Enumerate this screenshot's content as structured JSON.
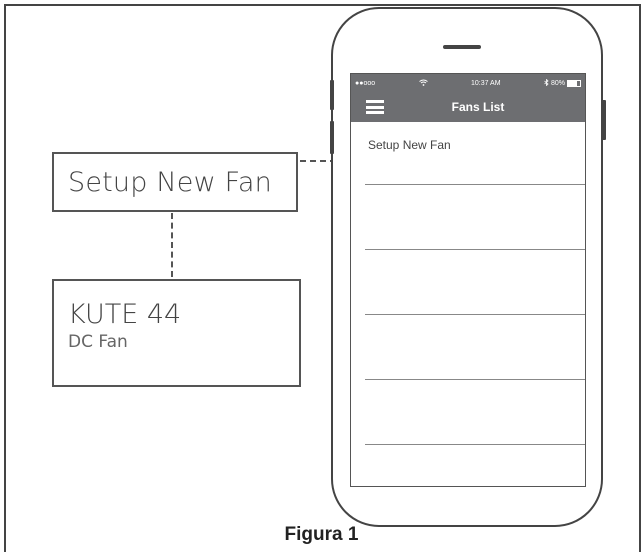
{
  "callouts": {
    "setup_label": "Setup New Fan",
    "fan_model": "KUTE 44",
    "fan_type": "DC Fan"
  },
  "phone": {
    "status": {
      "signal": "●●ooo",
      "time": "10:37 AM",
      "battery": "80%"
    },
    "navbar": {
      "title": "Fans List",
      "menu_icon": "hamburger-menu-icon"
    },
    "list_items": [
      "Setup New Fan",
      "",
      "",
      "",
      "",
      ""
    ]
  },
  "caption": "Figura 1",
  "colors": {
    "bar_bg": "#6d6e71",
    "outline": "#444444"
  }
}
